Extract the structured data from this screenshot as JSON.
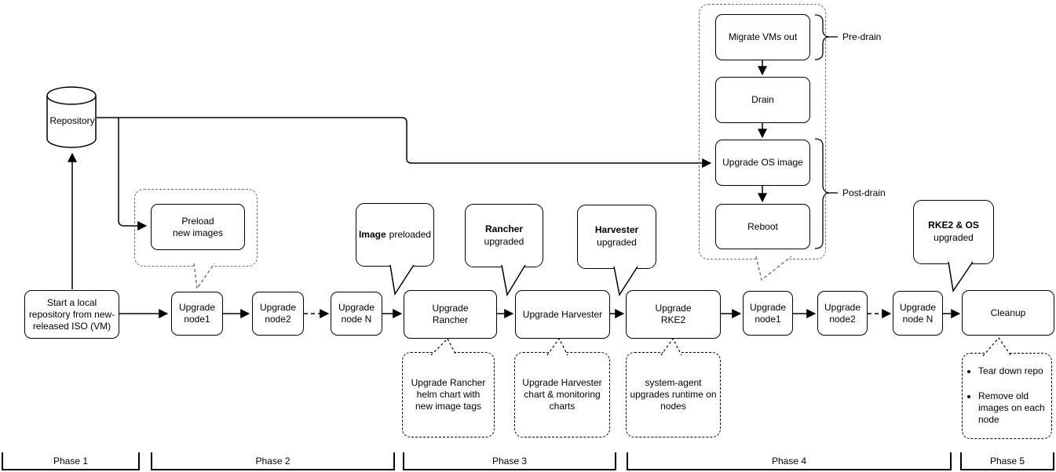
{
  "diagram": {
    "repository": {
      "label": "Repository"
    },
    "flow": [
      {
        "label": "Start a local\nrepository from new-\nreleased ISO (VM)"
      },
      {
        "label": "Upgrade\nnode1"
      },
      {
        "label": "Upgrade\nnode2"
      },
      {
        "label": "Upgrade\nnode N"
      },
      {
        "label": "Upgrade\nRancher"
      },
      {
        "label": "Upgrade Harvester"
      },
      {
        "label": "Upgrade\nRKE2"
      },
      {
        "label": "Upgrade\nnode1"
      },
      {
        "label": "Upgrade\nnode2"
      },
      {
        "label": "Upgrade\nnode N"
      },
      {
        "label": "Cleanup"
      }
    ],
    "preload": {
      "label": "Preload\nnew images"
    },
    "bubbles": [
      {
        "bold": "Image",
        "rest": "preloaded"
      },
      {
        "bold": "Rancher",
        "rest": "upgraded"
      },
      {
        "bold": "Harvester",
        "rest": "upgraded"
      },
      {
        "bold": "RKE2 & OS",
        "rest": "upgraded"
      }
    ],
    "notes": [
      {
        "text": "Upgrade Rancher\nhelm chart with\nnew image tags"
      },
      {
        "text": "Upgrade Harvester\nchart & monitoring\ncharts"
      },
      {
        "text": "system-agent\nupgrades runtime on\nnodes"
      }
    ],
    "cleanup_note": {
      "items": [
        "Tear down repo",
        "Remove old images on each node"
      ]
    },
    "node_upgrade_steps": [
      {
        "label": "Migrate VMs out"
      },
      {
        "label": "Drain"
      },
      {
        "label": "Upgrade OS image"
      },
      {
        "label": "Reboot"
      }
    ],
    "braces": {
      "pre": "Pre-drain",
      "post": "Post-drain"
    },
    "phases": [
      {
        "label": "Phase 1"
      },
      {
        "label": "Phase 2"
      },
      {
        "label": "Phase 3"
      },
      {
        "label": "Phase 4"
      },
      {
        "label": "Phase 5"
      }
    ],
    "colors": {
      "stroke": "#000000",
      "group_dash": "#707070",
      "background": "#ffffff"
    }
  }
}
